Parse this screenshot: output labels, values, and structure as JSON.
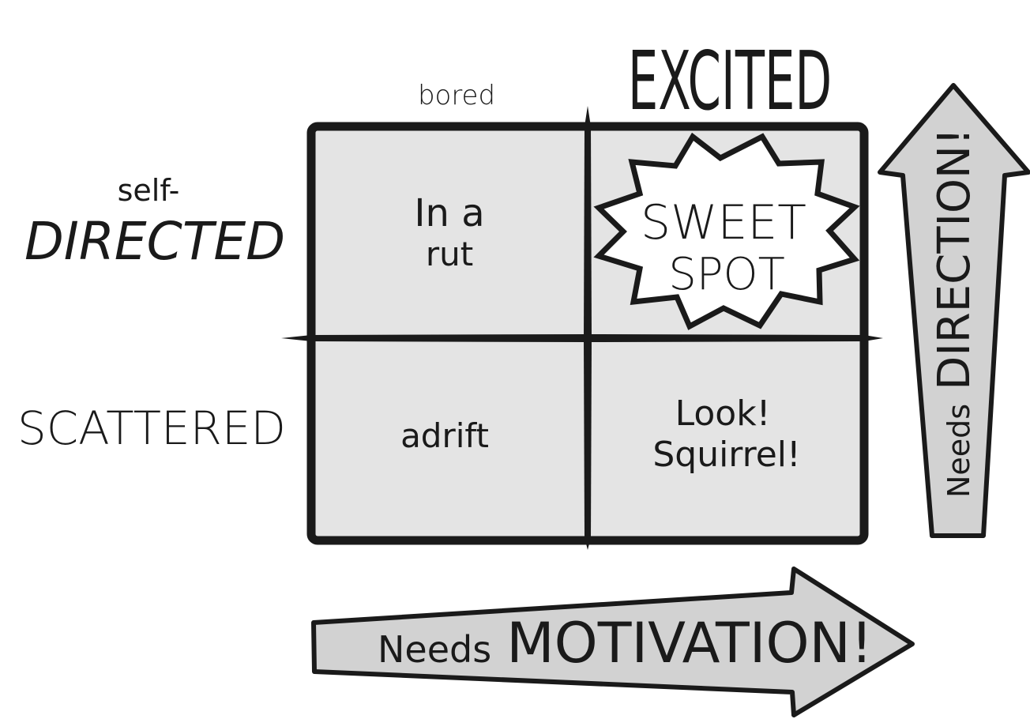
{
  "colors": {
    "ink": "#1a1a1a",
    "cell_fill": "#e4e4e4",
    "arrow_fill": "#d2d2d2",
    "burst_fill": "#ffffff",
    "background": "#ffffff"
  },
  "top_labels": {
    "left": "bored",
    "right": "EXCITED"
  },
  "side_labels": {
    "top_small": "self-",
    "top_big": "DIRECTED",
    "bottom": "SCATTERED"
  },
  "quadrants": {
    "top_left": {
      "line1": "In a",
      "line2": "rut"
    },
    "top_right": {
      "line1": "SWEET",
      "line2": "SPOT"
    },
    "bottom_left": {
      "line1": "adrift"
    },
    "bottom_right": {
      "line1": "Look!",
      "line2": "Squirrel!"
    }
  },
  "arrows": {
    "horizontal": {
      "small": "Needs",
      "big": "MOTIVATION!"
    },
    "vertical": {
      "small": "Needs",
      "big": "DIRECTION!"
    }
  }
}
